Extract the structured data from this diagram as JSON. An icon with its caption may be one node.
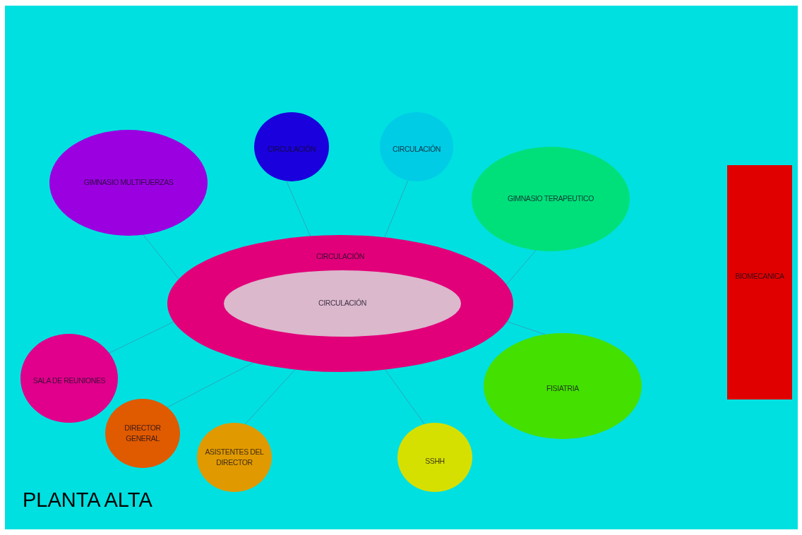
{
  "diagram": {
    "title": "PLANTA ALTA",
    "nodes": [
      {
        "text": [
          "CIRCULACIÓN"
        ]
      },
      {
        "text": [
          "CIRCULACIÓN"
        ],
        "in": 0
      },
      {
        "text": [
          "GIMNASIO MULTIFUERZAS"
        ]
      },
      {
        "text": [
          "CIRCULACIÓN"
        ]
      },
      {
        "text": [
          "CIRCULACIÓN"
        ]
      },
      {
        "text": [
          "GIMNASIO TERAPEUTICO"
        ]
      },
      {
        "text": [
          "BIOMECANICA"
        ]
      },
      {
        "text": [
          "SALA DE REUNIONES"
        ]
      },
      {
        "text": [
          "DIRECTOR GENERAL"
        ]
      },
      {
        "text": [
          "ASISTENTES DEL DIRECTOR"
        ]
      },
      {
        "text": [
          "SSHH"
        ]
      },
      {
        "text": [
          "FISIATRIA"
        ]
      }
    ],
    "edges": [
      {
        "from": 0,
        "to": 2,
        "arrow": "none"
      },
      {
        "from": 0,
        "to": 3,
        "arrow": "none"
      },
      {
        "from": 0,
        "to": 4,
        "arrow": "none"
      },
      {
        "from": 0,
        "to": 5,
        "arrow": "none"
      },
      {
        "from": 0,
        "to": 7,
        "arrow": "none"
      },
      {
        "from": 0,
        "to": 8,
        "arrow": "none"
      },
      {
        "from": 0,
        "to": 9,
        "arrow": "none"
      },
      {
        "from": 0,
        "to": 10,
        "arrow": "none"
      },
      {
        "from": 0,
        "to": 11,
        "arrow": "none"
      }
    ]
  }
}
